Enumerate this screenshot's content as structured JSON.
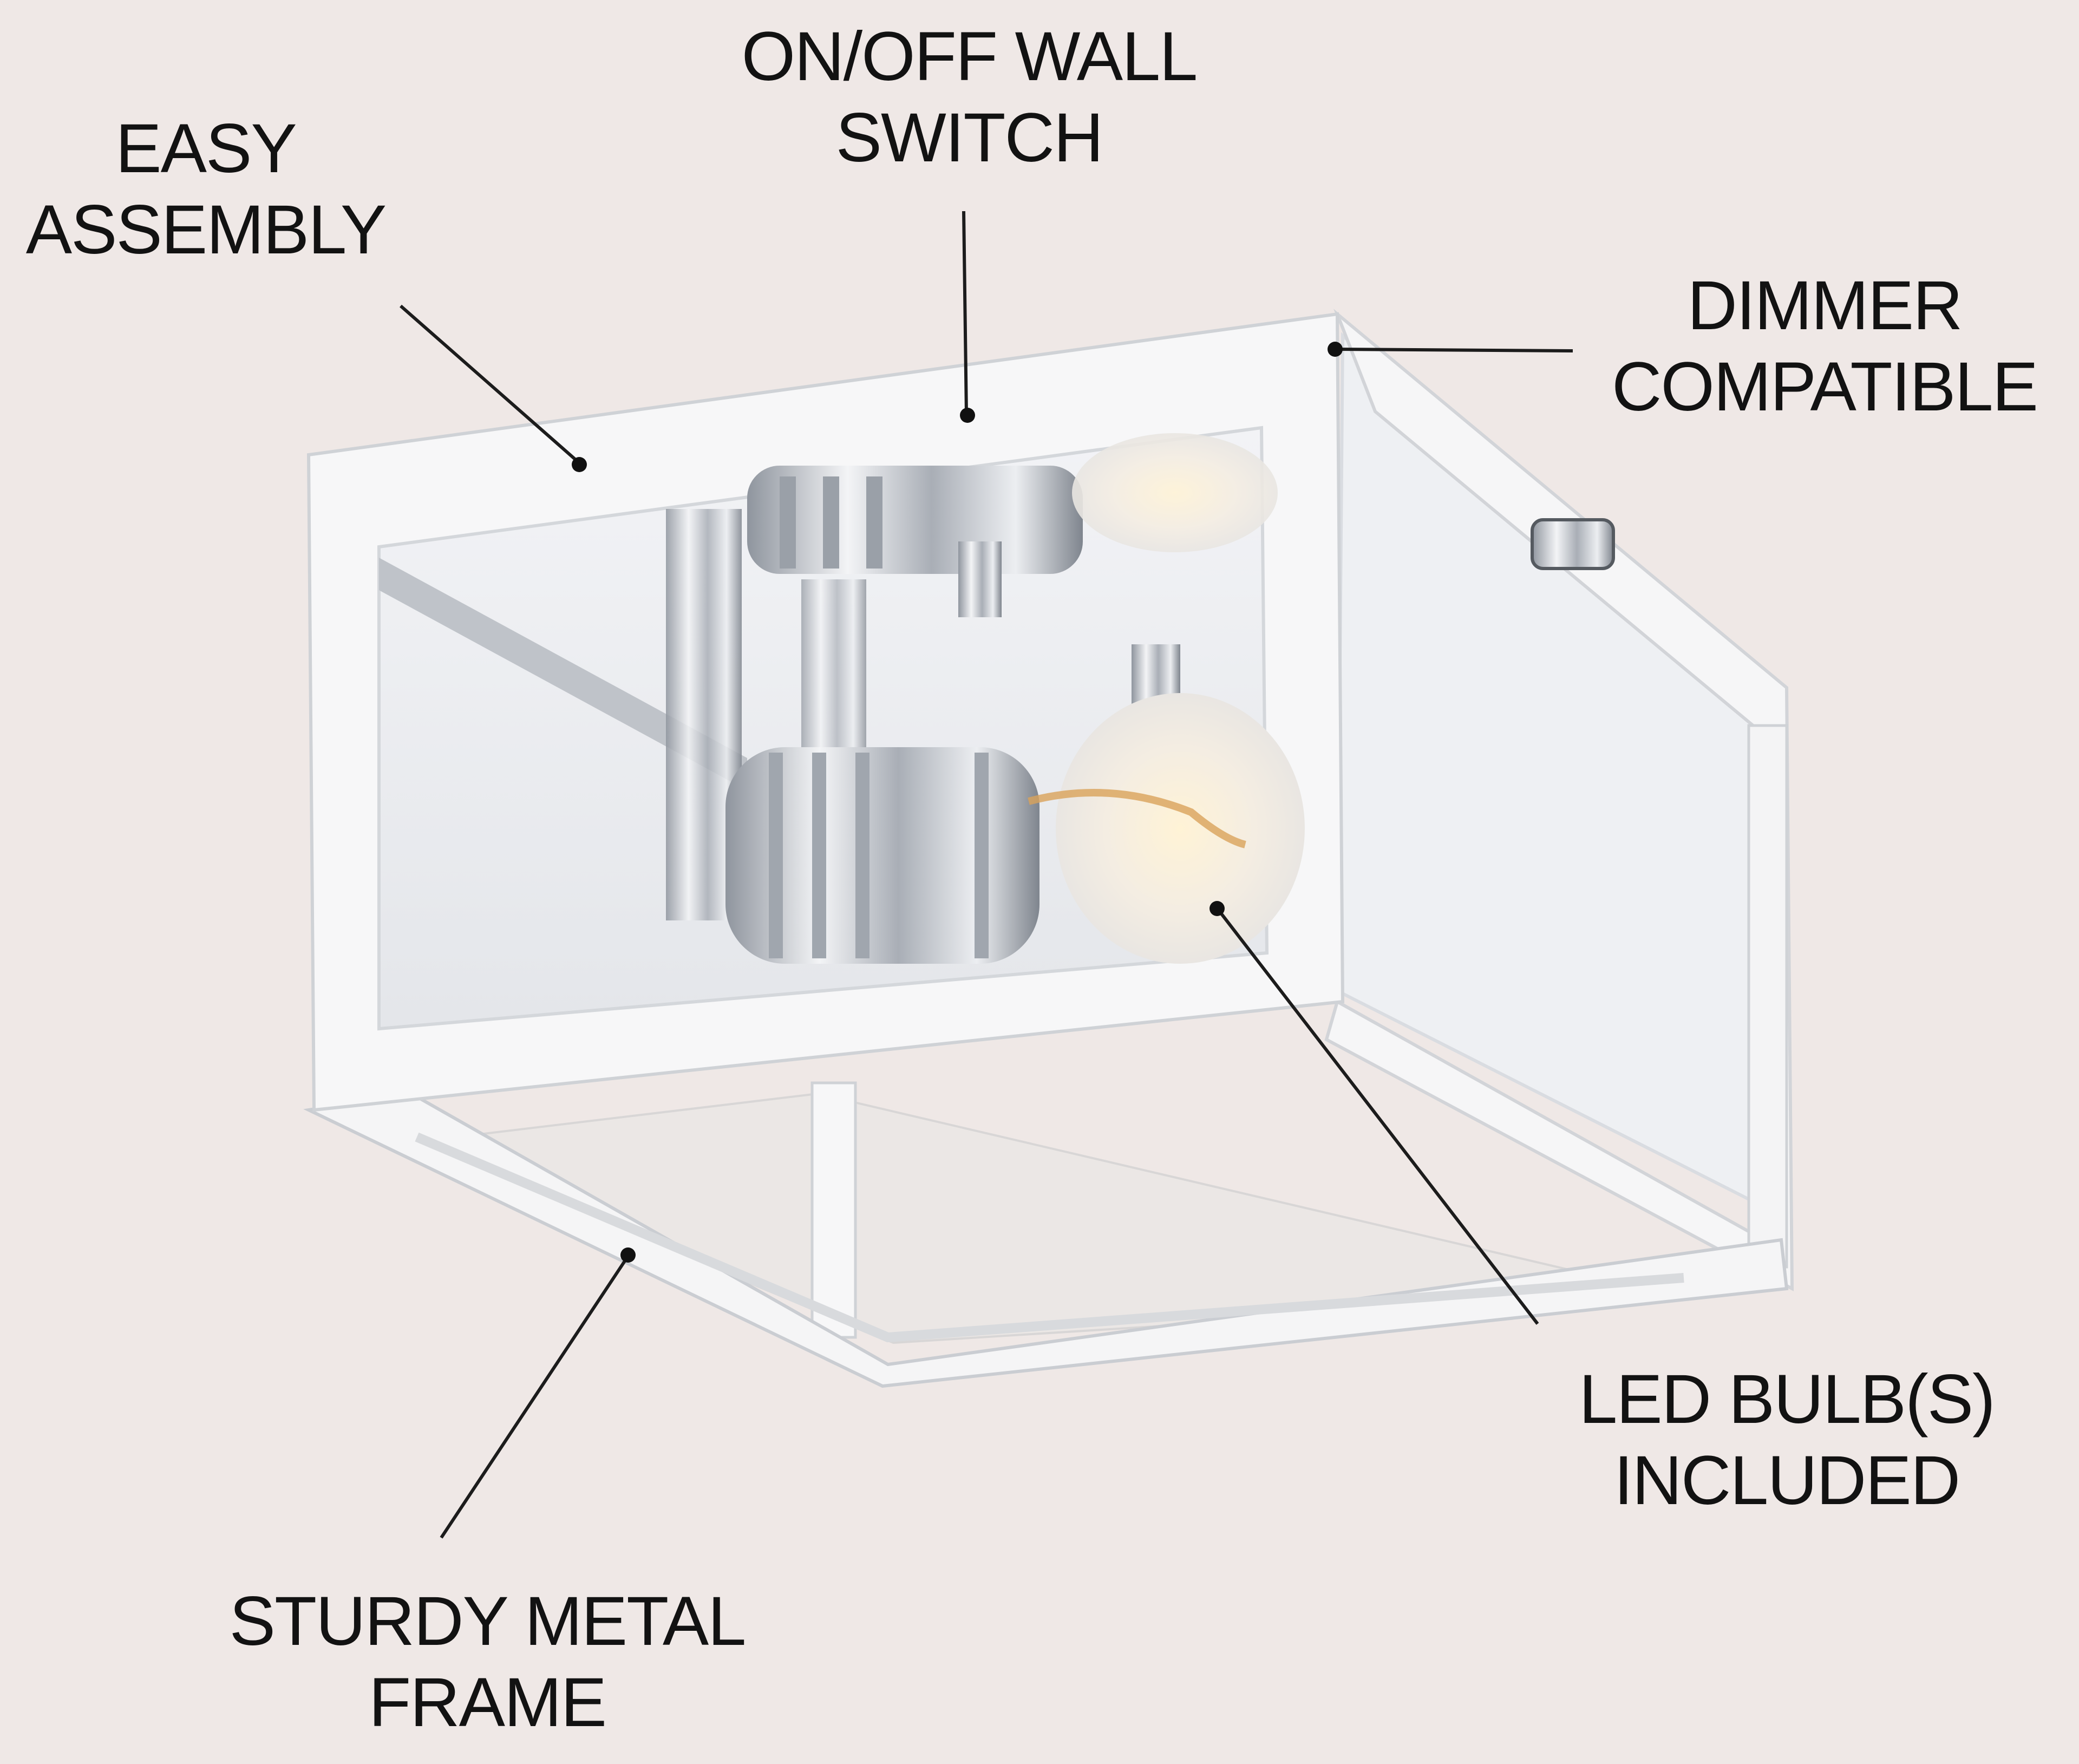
{
  "labels": {
    "easy_assembly": {
      "line1": "EASY",
      "line2": "ASSEMBLY"
    },
    "wall_switch": {
      "line1": "ON/OFF WALL",
      "line2": "SWITCH"
    },
    "dimmer": {
      "line1": "DIMMER",
      "line2": "COMPATIBLE"
    },
    "led_bulbs": {
      "line1": "LED BULB(S)",
      "line2": "INCLUDED"
    },
    "metal_frame": {
      "line1": "STURDY METAL",
      "line2": "FRAME"
    }
  },
  "colors": {
    "background": "#efe8e6",
    "text": "#121212",
    "frame": "#f7f7f7",
    "chrome": "#bfc4cc"
  }
}
